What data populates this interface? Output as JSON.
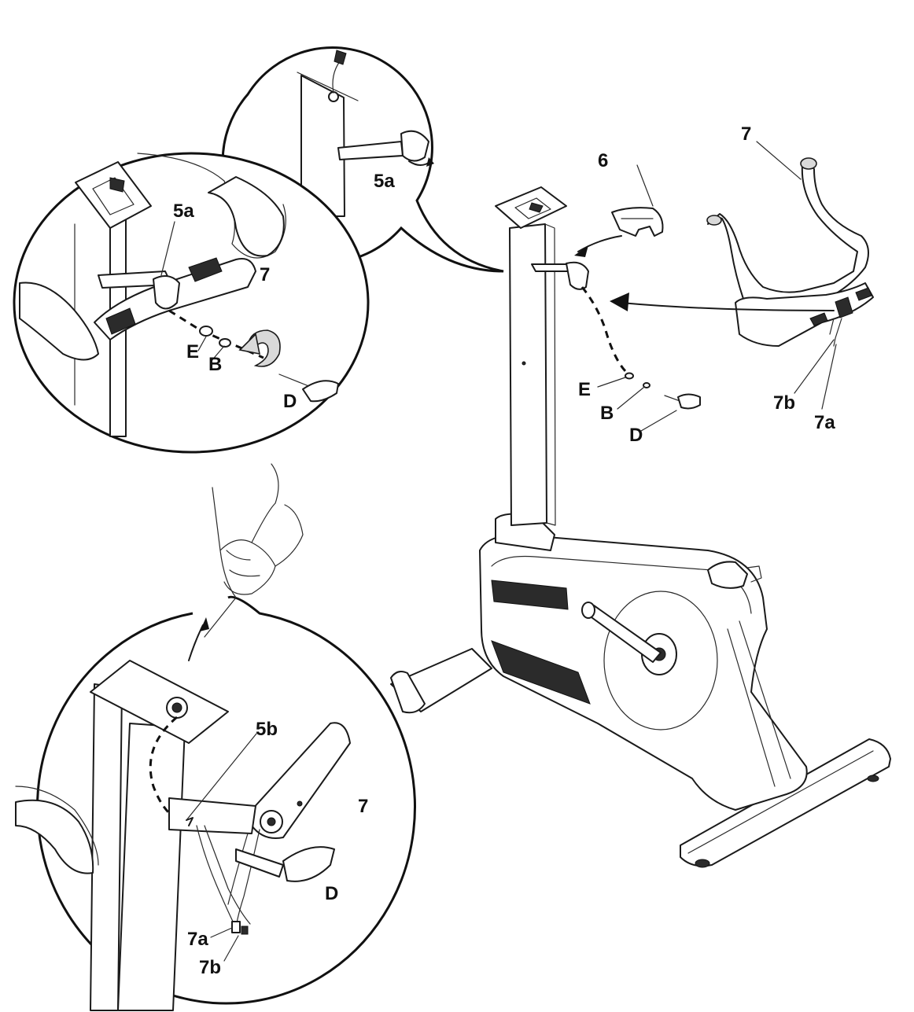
{
  "colors": {
    "ink": "#111111",
    "paper": "#ffffff",
    "shade": "#d9d9d9"
  },
  "labels": {
    "detail_top_5a": "5a",
    "detail_left_5a": "5a",
    "detail_left_7": "7",
    "detail_left_E": "E",
    "detail_left_B": "B",
    "detail_left_D": "D",
    "main_6": "6",
    "main_7": "7",
    "main_E": "E",
    "main_B": "B",
    "main_D": "D",
    "main_7a": "7a",
    "main_7b": "7b",
    "detail_bottom_5b": "5b",
    "detail_bottom_7": "7",
    "detail_bottom_D": "D",
    "detail_bottom_7a": "7a",
    "detail_bottom_7b": "7b"
  }
}
